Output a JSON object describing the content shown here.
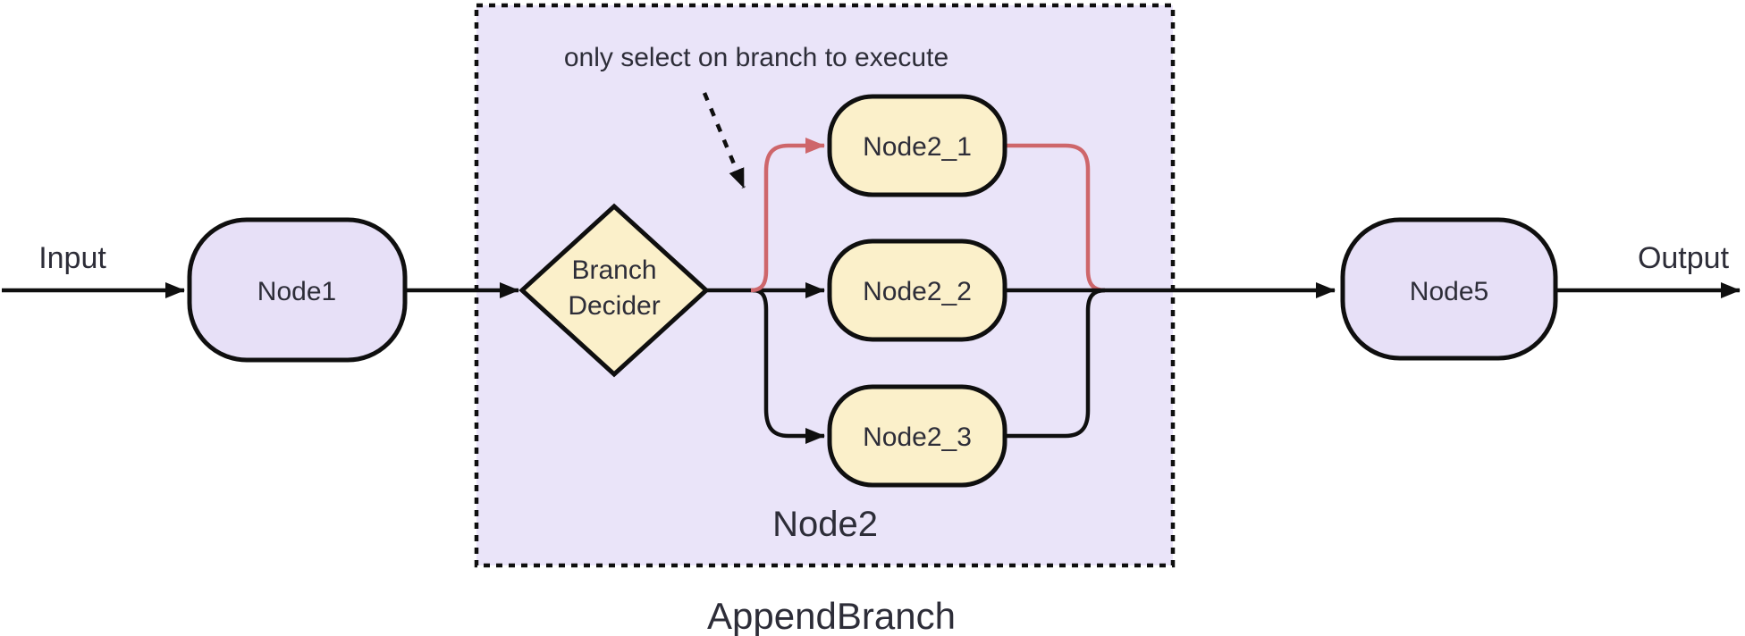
{
  "diagram": {
    "labels": {
      "input": "Input",
      "output": "Output",
      "annotation": "only select on branch to execute",
      "subgraph_label": "Node2",
      "caption": "AppendBranch"
    },
    "nodes": {
      "node1": "Node1",
      "decider_line1": "Branch",
      "decider_line2": "Decider",
      "node2_1": "Node2_1",
      "node2_2": "Node2_2",
      "node2_3": "Node2_3",
      "node5": "Node5"
    },
    "colors": {
      "line": "#0f0f0f",
      "red": "#ce666b",
      "box_fill": "#eae4f9",
      "node_fill": "#e7e0f7",
      "yellow_fill": "#fbf0ca",
      "text": "#2d2d38"
    }
  }
}
